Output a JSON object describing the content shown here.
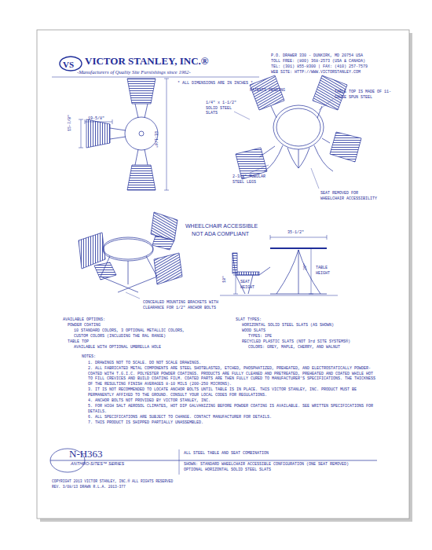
{
  "diagram": {
    "nodes": [
      {
        "text": [
          "N-H363",
          "ANTHRO-SITES™ SERIES"
        ]
      }
    ],
    "labels": [
      "VS",
      "VICTOR STANLEY, INC.®",
      "-Manufacturers of Quality Site Furnishings since 1962-",
      "P.O. DRAWER 330 - DUNKIRK, MD 20754 USA",
      "TOLL FREE: (800) 368-2573 (USA & CANADA)",
      "TEL: (301) 855-8300 | FAX: (410) 257-7579",
      "WEB SITE: HTTP://WWW.VICTORSTANLEY.COM",
      "* ALL DIMENSIONS ARE IN INCHES *",
      "PATENTS PENDING",
      "19-5/8\"",
      "15-7/8\"",
      "81-1/4\"",
      "1/4\" x 1-1/2\" SOLID STEEL SLATS",
      "TABLE TOP IS MADE OF 11-GAUGE SPUN STEEL",
      "2-3/8\" TUBULAR STEEL LEGS",
      "SEAT REMOVED FOR WHEELCHAIR ACCESSIBILITY",
      "WHEELCHAIR ACCESSIBLE",
      "NOT ADA COMPLIANT",
      "CONCEALED MOUNTING BRACKETS WITH CLEARANCE FOR 1/2\" ANCHOR BOLTS",
      "35-1/2\"",
      "18\"",
      "SEAT HEIGHT",
      "29\"",
      "TABLE HEIGHT",
      "AVAILABLE OPTIONS:",
      "POWDER COATING",
      "10 STANDARD COLORS, 3 OPTIONAL METALLIC COLORS,",
      "CUSTOM COLORS (INCLUDING THE RAL RANGE)",
      "TABLE TOP",
      "AVAILABLE WITH OPTIONAL UMBRELLA HOLE",
      "SLAT TYPES:",
      "HORIZONTAL SOLID STEEL SLATS (AS SHOWN)",
      "WOOD SLATS",
      "TYPES: IPE",
      "RECYCLED PLASTIC SLATS (NOT 3rd SITE SYSTEMS®)",
      "COLORS: GREY, MAPLE, CHERRY, AND WALNUT",
      "NOTES:",
      "1. DRAWINGS NOT TO SCALE. DO NOT SCALE DRAWINGS.",
      "2. ALL FABRICATED METAL COMPONENTS ARE STEEL SHOTBLASTED, ETCHED, PHOSPHATIZED, PREHEATED, AND ELECTROSTATICALLY POWDER-COATED WITH T.G.I.C. POLYESTER POWDER COATINGS. PRODUCTS ARE FULLY CLEANED AND PRETREATED, PREHEATED AND COATED WHILE HOT TO FILL CREVICES AND BUILD COATING FILM. COATED PARTS ARE THEN FULLY CURED TO MANUFACTURER'S SPECIFICATIONS. THE THICKNESS OF THE RESULTING FINISH AVERAGES 8-10 MILS (200-250 MICRONS).",
      "3. IT IS NOT RECOMMENDED TO LOCATE ANCHOR BOLTS UNTIL TABLE IS IN PLACE. THIS VICTOR STANLEY, INC. PRODUCT MUST BE PERMANENTLY AFFIXED TO THE GROUND. CONSULT YOUR LOCAL CODES FOR REGULATIONS.",
      "4. ANCHOR BOLTS NOT PROVIDED BY VICTOR STANLEY, INC.",
      "5. FOR HIGH SALT AEROSOL CLIMATES, HOT DIP GALVANIZING BEFORE POWDER COATING IS AVAILABLE. SEE WRITTEN SPECIFICATIONS FOR DETAILS.",
      "6. ALL SPECIFICATIONS ARE SUBJECT TO CHANGE. CONTACT MANUFACTURER FOR DETAILS.",
      "7. THIS PRODUCT IS SHIPPED PARTIALLY UNASSEMBLED.",
      "ALL STEEL TABLE AND SEAT COMBINATION",
      "SHOWN: STANDARD WHEELCHAIR ACCESSIBLE CONFIGURATION (ONE SEAT REMOVED)",
      "OPTIONAL HORIZONTAL SOLID STEEL SLATS",
      "COPYRIGHT 2013 VICTOR STANLEY, INC.® ALL RIGHTS RESERVED",
      "REV. 3/08/13 DRAWN R.L.A. 2013-377"
    ]
  }
}
